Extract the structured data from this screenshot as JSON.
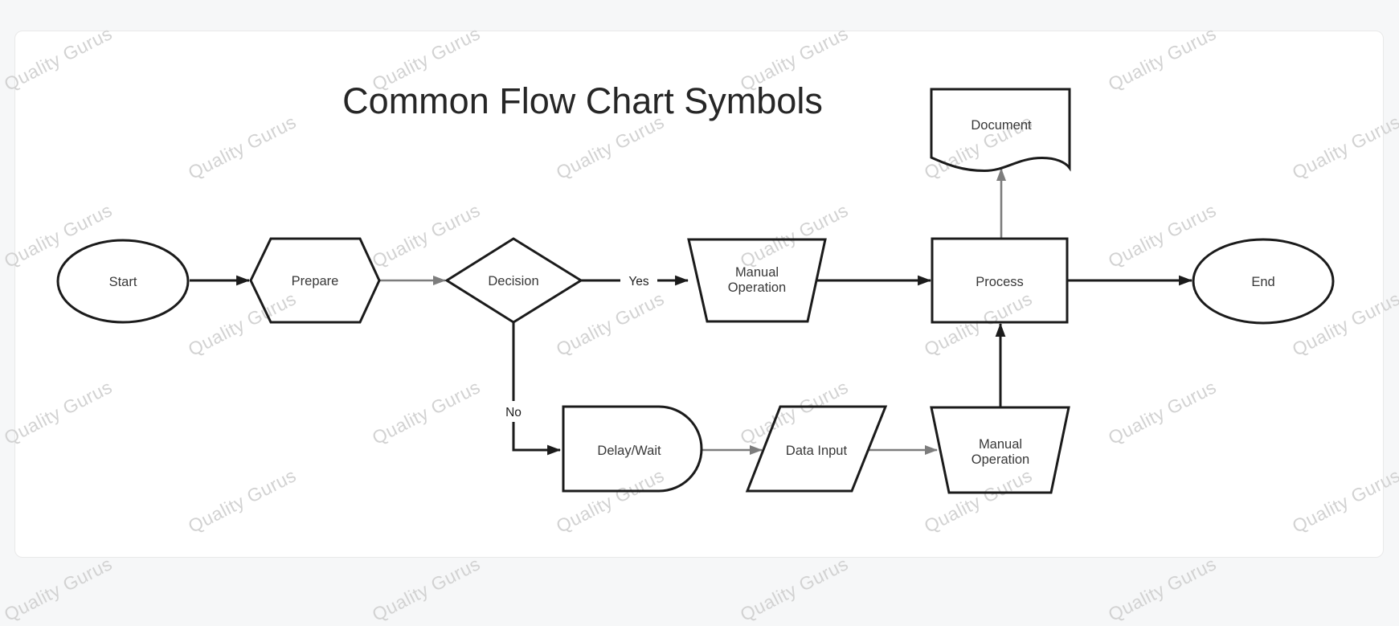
{
  "page": {
    "title": "Common Flow Chart Symbols"
  },
  "watermark": {
    "text": "Quality Gurus"
  },
  "diagram": {
    "nodes": {
      "start": {
        "label": "Start",
        "shape": "terminator"
      },
      "prepare": {
        "label": "Prepare",
        "shape": "preparation-hexagon"
      },
      "decision": {
        "label": "Decision",
        "shape": "decision-diamond"
      },
      "manual_operation_top": {
        "line1": "Manual",
        "line2": "Operation",
        "shape": "manual-operation-trapezoid"
      },
      "process": {
        "label": "Process",
        "shape": "process-rectangle"
      },
      "end": {
        "label": "End",
        "shape": "terminator"
      },
      "document": {
        "label": "Document",
        "shape": "document-wave"
      },
      "delay": {
        "label": "Delay/Wait",
        "shape": "delay-dshape"
      },
      "data_input": {
        "label": "Data Input",
        "shape": "input-output-parallelogram"
      },
      "manual_operation_bottom": {
        "line1": "Manual",
        "line2": "Operation",
        "shape": "manual-operation-trapezoid"
      }
    },
    "edge_labels": {
      "yes": "Yes",
      "no": "No"
    },
    "edges": [
      {
        "from": "start",
        "to": "prepare",
        "color": "black"
      },
      {
        "from": "prepare",
        "to": "decision",
        "color": "gray"
      },
      {
        "from": "decision",
        "to": "manual_operation_top",
        "color": "black",
        "label": "Yes"
      },
      {
        "from": "manual_operation_top",
        "to": "process",
        "color": "black"
      },
      {
        "from": "process",
        "to": "end",
        "color": "black"
      },
      {
        "from": "process",
        "to": "document",
        "color": "gray"
      },
      {
        "from": "decision",
        "to": "delay",
        "color": "black",
        "label": "No"
      },
      {
        "from": "delay",
        "to": "data_input",
        "color": "gray"
      },
      {
        "from": "data_input",
        "to": "manual_operation_bottom",
        "color": "gray"
      },
      {
        "from": "manual_operation_bottom",
        "to": "process",
        "color": "black"
      }
    ],
    "colors": {
      "shape_stroke": "#1b1b1b",
      "arrow_black": "#1b1b1b",
      "arrow_gray": "#7d7d7d",
      "watermark": "#d2d2d2"
    }
  }
}
